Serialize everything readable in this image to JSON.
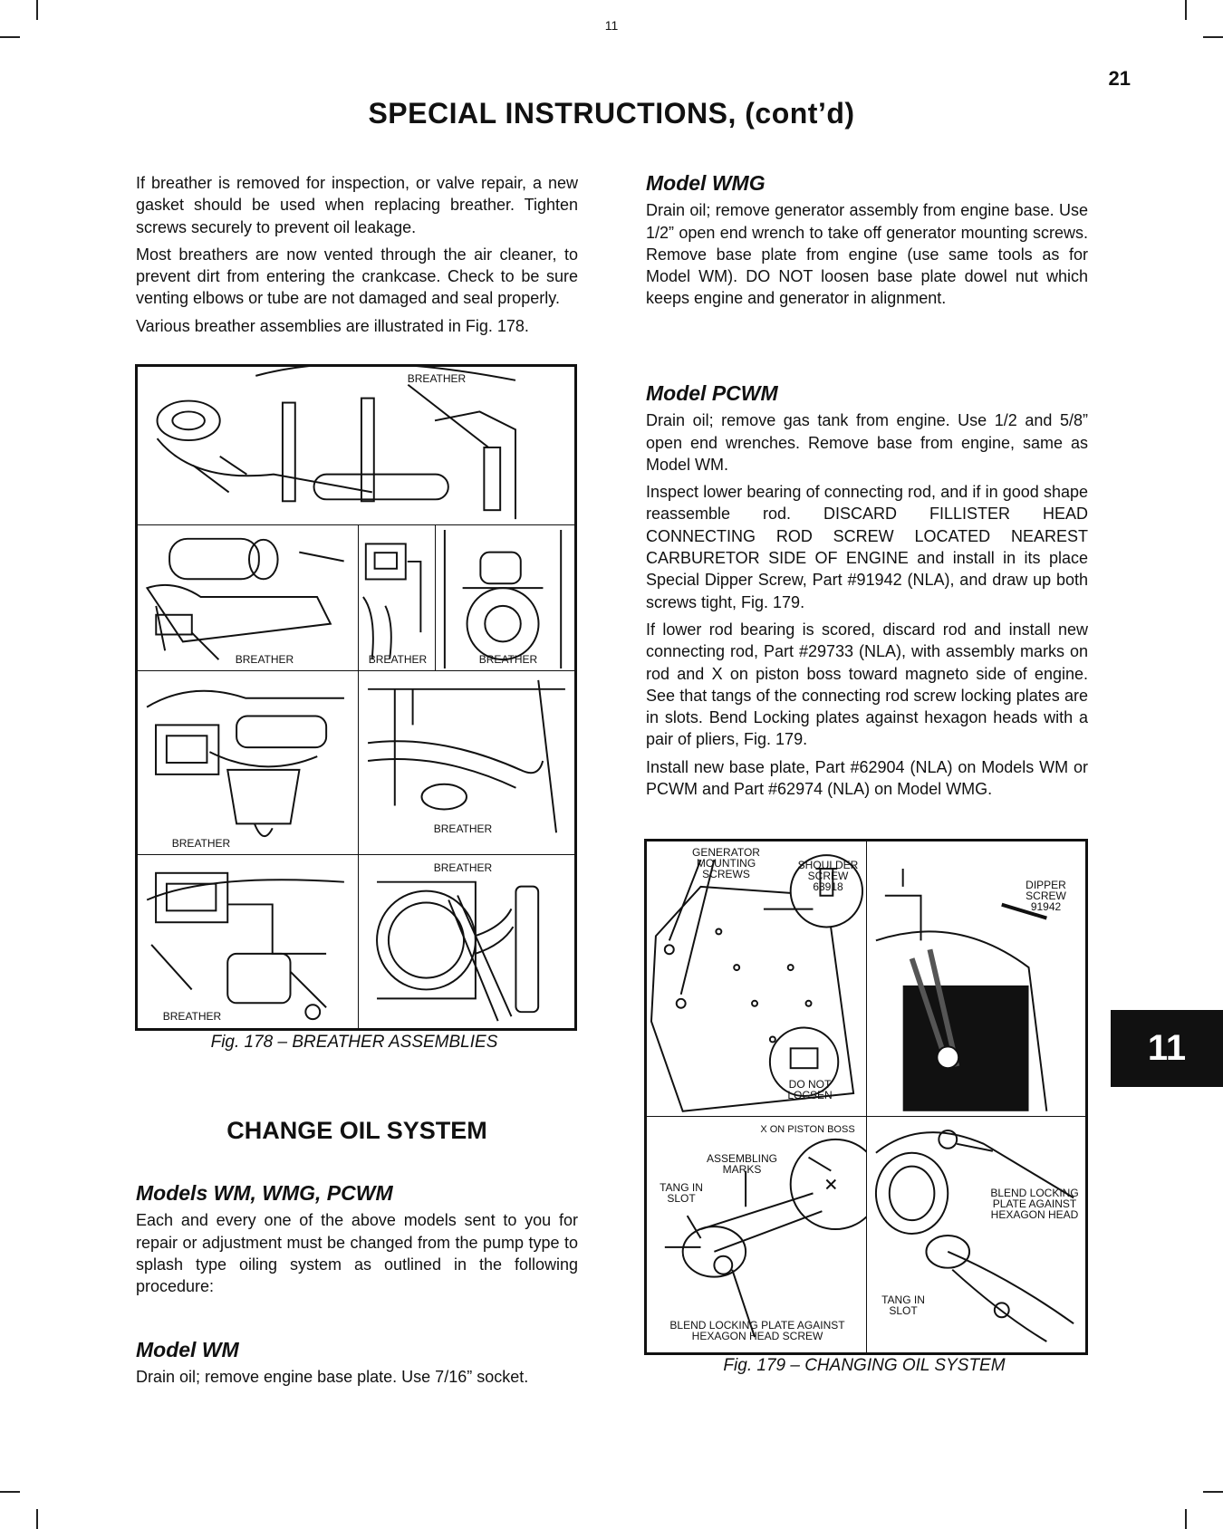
{
  "header": {
    "top_page_number": "11",
    "page_number": "21",
    "title": "SPECIAL INSTRUCTIONS, (cont’d)"
  },
  "left_column": {
    "paragraphs": [
      "If breather is removed for inspection, or valve repair, a new gasket should be used when replacing breather. Tighten screws securely to prevent oil leakage.",
      "Most breathers are now vented through the air cleaner, to prevent dirt from entering the crankcase. Check to be sure venting elbows or tube are not damaged and seal properly.",
      "Various breather assemblies are illustrated in Fig. 178."
    ]
  },
  "fig178": {
    "caption": "Fig. 178 – BREATHER ASSEMBLIES",
    "labels": {
      "top": "BREATHER",
      "row2_left": "BREATHER",
      "row2_mid": "BREATHER",
      "row2_right": "BREATHER",
      "row3_left": "BREATHER",
      "row3_right": "BREATHER",
      "row4_left": "BREATHER",
      "row4_right": "BREATHER"
    }
  },
  "change_oil": {
    "title": "CHANGE OIL SYSTEM",
    "models_heading": "Models WM, WMG, PCWM",
    "models_text": "Each and every one of the above models sent to you for repair or adjustment must be changed from the pump type to splash type oiling system as outlined in the following procedure:",
    "wm_heading": "Model WM",
    "wm_text": "Drain oil; remove engine base plate. Use 7/16” socket."
  },
  "right_column": {
    "wmg_heading": "Model WMG",
    "wmg_text": "Drain oil; remove generator assembly from engine base. Use 1/2” open end wrench to take off generator mounting screws. Remove base plate from engine (use same tools as for Model WM). DO NOT loosen base plate dowel nut which keeps engine and generator in alignment.",
    "pcwm_heading": "Model PCWM",
    "pcwm_paragraphs": [
      "Drain oil; remove gas tank from engine. Use 1/2 and 5/8” open end wrenches. Remove base from engine, same as Model WM.",
      "Inspect lower bearing of connecting rod, and if in good shape reassemble rod. DISCARD FILLISTER HEAD CONNECTING ROD SCREW LOCATED NEAREST CARBURETOR SIDE OF ENGINE and install in its place Special Dipper Screw, Part #91942 (NLA), and draw up both screws tight, Fig. 179.",
      "If lower rod bearing is scored, discard rod and install new connecting rod, Part #29733 (NLA), with assembly marks on rod and X on piston boss toward magneto side of engine. See that tangs of the connecting rod screw locking plates are in slots. Bend Locking plates against hexagon heads with a pair of pliers, Fig. 179.",
      "Install new base plate, Part #62904 (NLA) on Models WM or PCWM and Part #62974 (NLA) on Model WMG."
    ]
  },
  "fig179": {
    "caption": "Fig. 179 – CHANGING OIL SYSTEM",
    "labels": {
      "gen_mounting": "GENERATOR\nMOUNTING\nSCREWS",
      "shoulder": "SHOULDER\nSCREW\n63918",
      "do_not_loosen": "DO NOT\nLOCSEN",
      "dipper": "DIPPER\nSCREW\n91942",
      "x_on_piston": "X ON PISTON BOSS",
      "assembling": "ASSEMBLING\nMARKS",
      "tang_left": "TANG IN\nSLOT",
      "blend_bottom": "BLEND LOCKING PLATE AGAINST\nHEXAGON HEAD SCREW",
      "blend_right": "BLEND LOCKING\nPLATE AGAINST\nHEXAGON HEAD",
      "tang_right": "TANG IN\nSLOT"
    }
  },
  "side_tab": {
    "label": "11"
  }
}
